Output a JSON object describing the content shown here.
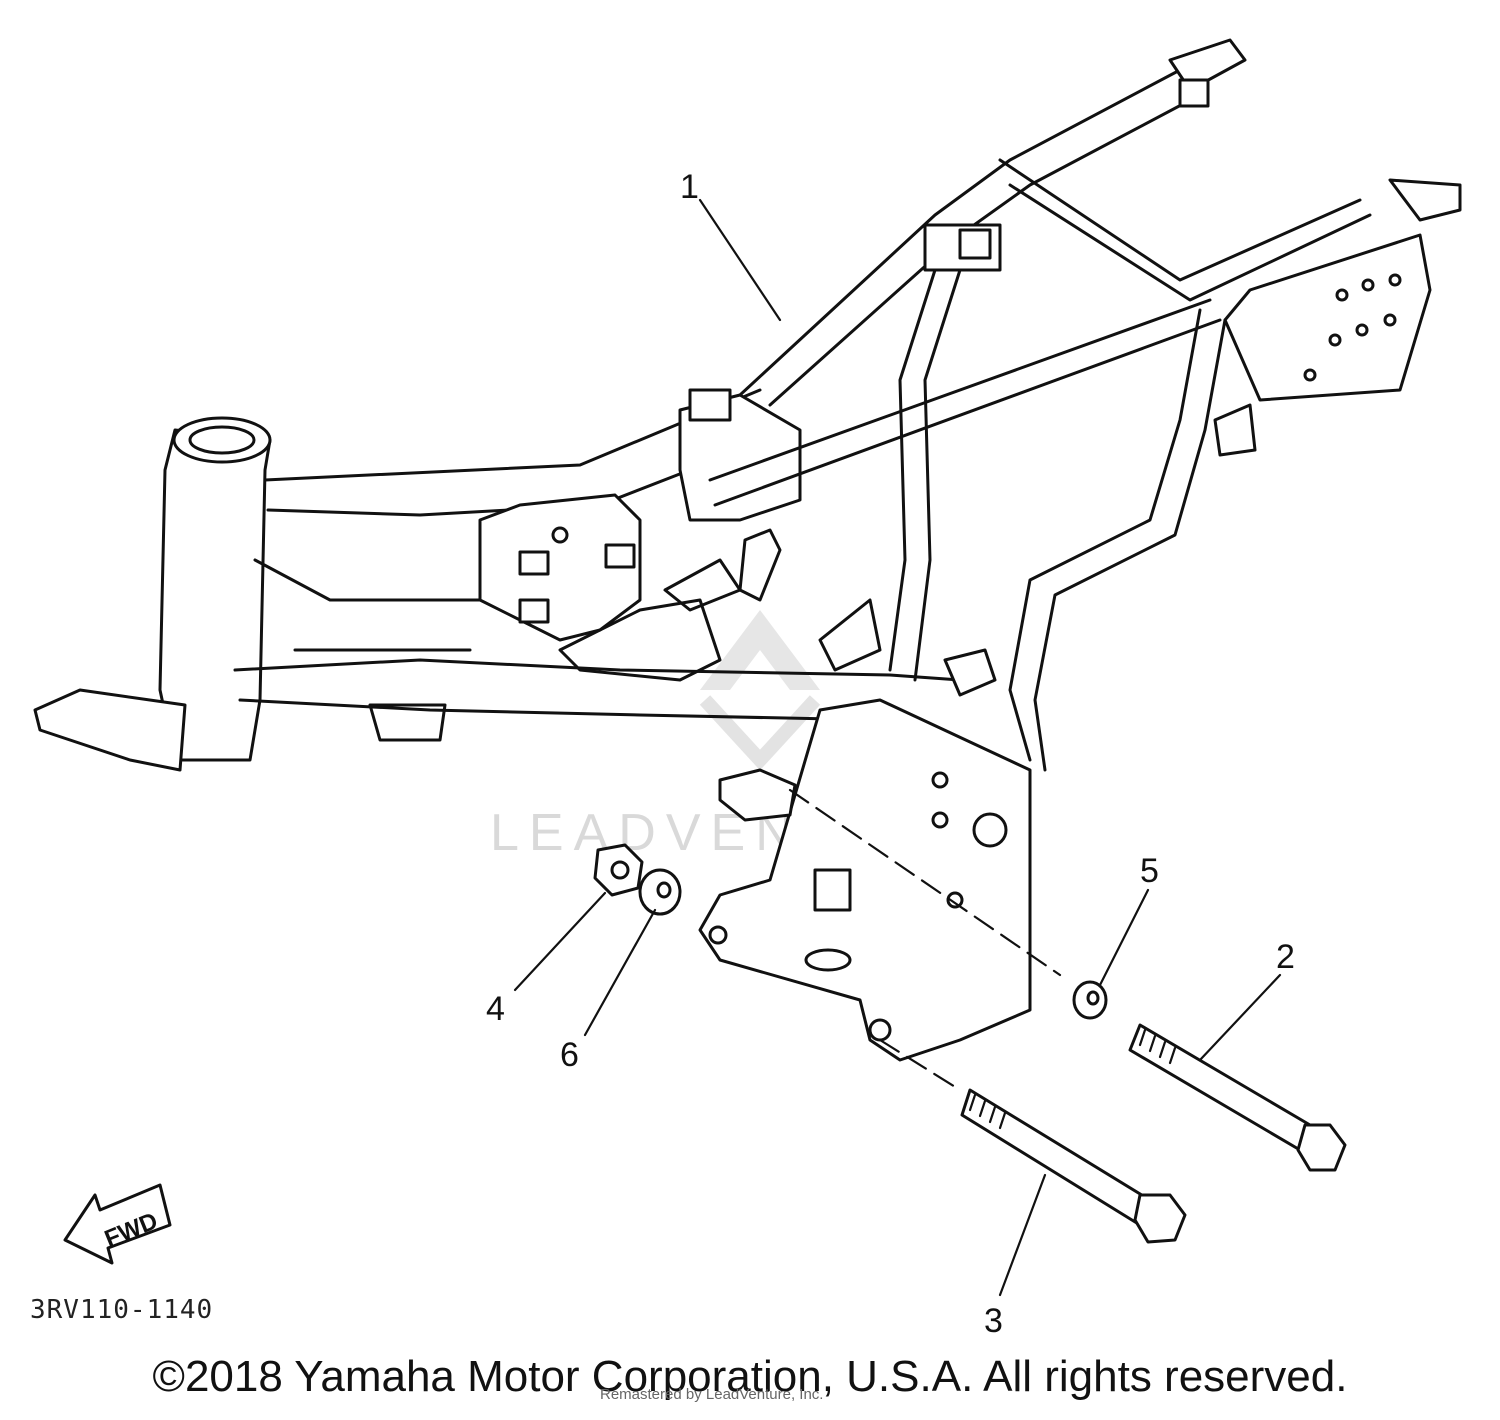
{
  "callouts": [
    {
      "id": "1",
      "label": "1"
    },
    {
      "id": "2",
      "label": "2"
    },
    {
      "id": "3",
      "label": "3"
    },
    {
      "id": "4",
      "label": "4"
    },
    {
      "id": "5",
      "label": "5"
    },
    {
      "id": "6",
      "label": "6"
    }
  ],
  "fwd_label": "FWD",
  "part_code": "3RV110-1140",
  "watermark": "LEADVENTURE",
  "copyright": "©2018 Yamaha Motor Corporation, U.S.A. All rights reserved.",
  "remark": "Remastered by LeadVenture, Inc."
}
